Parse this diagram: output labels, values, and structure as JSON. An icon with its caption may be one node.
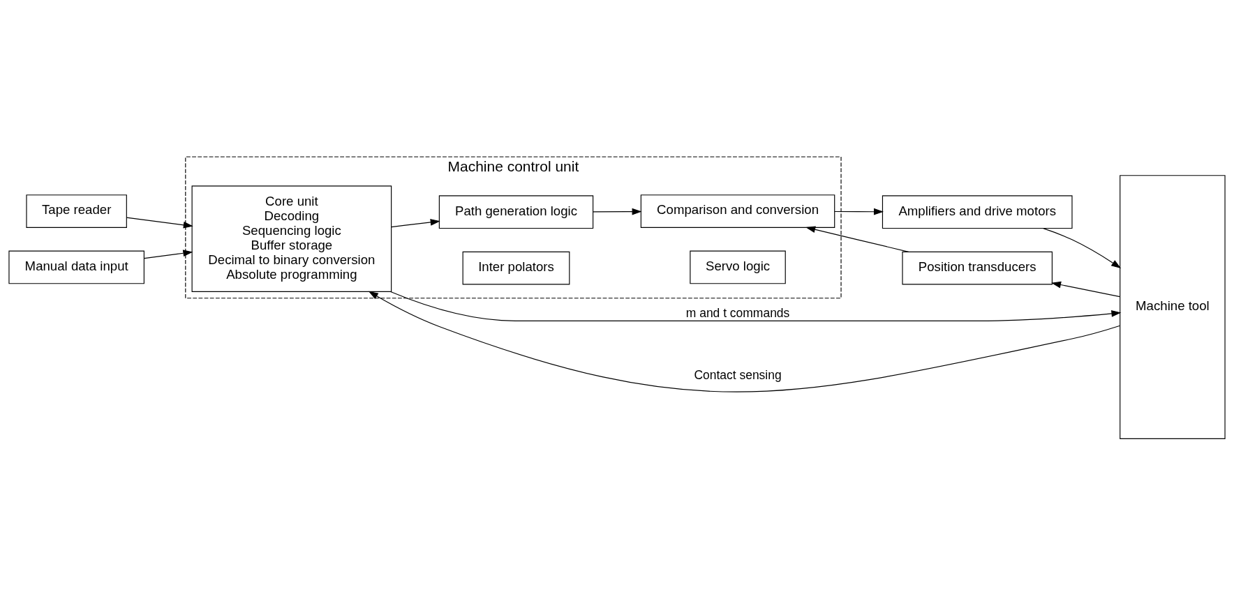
{
  "diagram": {
    "nodes": [
      {
        "text": [
          "Machine control unit"
        ]
      },
      {
        "text": [
          "Tape reader"
        ]
      },
      {
        "text": [
          "Manual data input"
        ]
      },
      {
        "text": [
          "Core unit",
          "Decoding",
          "Sequencing logic",
          "Buffer storage",
          "Decimal to binary conversion",
          "Absolute programming"
        ],
        "in": 0
      },
      {
        "text": [
          "Inter polators"
        ],
        "in": 0
      },
      {
        "text": [
          "Path generation logic"
        ],
        "in": 0
      },
      {
        "text": [
          "Servo logic"
        ],
        "in": 0
      },
      {
        "text": [
          "Comparison and conversion"
        ],
        "in": 0
      },
      {
        "text": [
          "Amplifiers and drive motors"
        ]
      },
      {
        "text": [
          "Position transducers"
        ]
      },
      {
        "text": [
          "Machine tool"
        ]
      }
    ],
    "edges": [
      {
        "from": 1,
        "to": 3,
        "arrow": "to"
      },
      {
        "from": 2,
        "to": 3,
        "arrow": "to"
      },
      {
        "from": 3,
        "to": 5,
        "arrow": "to"
      },
      {
        "from": 5,
        "to": 7,
        "arrow": "to"
      },
      {
        "from": 7,
        "to": 8,
        "arrow": "to"
      },
      {
        "from": 8,
        "to": 10,
        "arrow": "to"
      },
      {
        "from": 10,
        "to": 9,
        "arrow": "to"
      },
      {
        "from": 9,
        "to": 7,
        "arrow": "to"
      },
      {
        "from": 3,
        "to": 10,
        "arrow": "to",
        "label": "m and t commands"
      },
      {
        "from": 10,
        "to": 3,
        "arrow": "to",
        "label": "Contact sensing"
      }
    ]
  }
}
